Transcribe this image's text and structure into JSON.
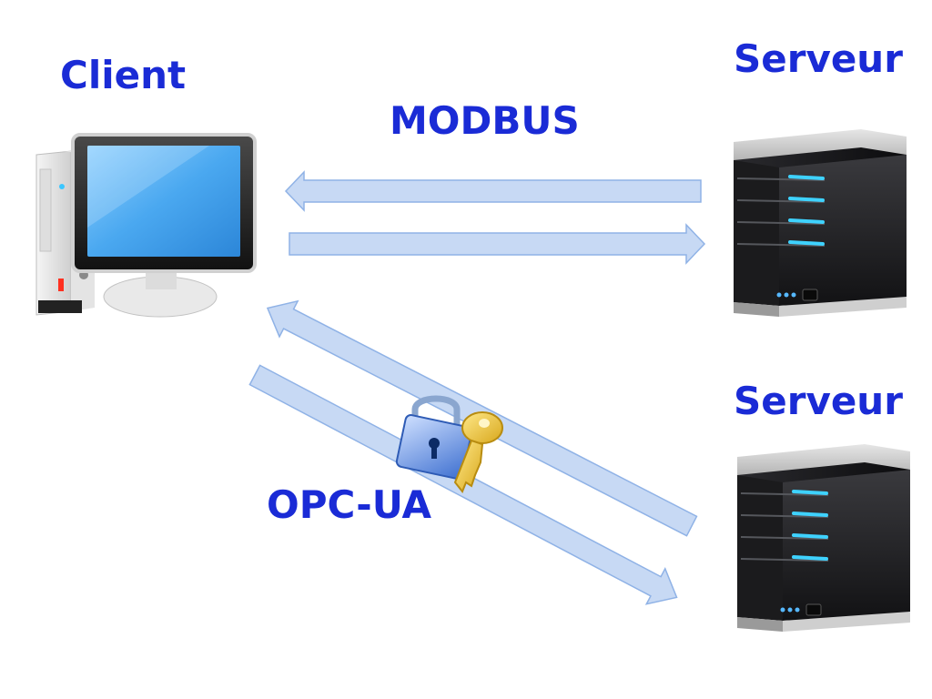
{
  "client": {
    "label": "Client",
    "icon": "desktop-computer-icon"
  },
  "servers": [
    {
      "label": "Serveur",
      "icon": "server-tower-icon"
    },
    {
      "label": "Serveur",
      "icon": "server-tower-icon"
    }
  ],
  "protocols": {
    "modbus": {
      "label": "MODBUS",
      "security": "none"
    },
    "opcua": {
      "label": "OPC-UA",
      "security": "padlock-key-icon"
    }
  },
  "colors": {
    "label": "#1a2bd6",
    "arrow_fill": "#c7d9f4",
    "arrow_stroke": "#8fb2e6"
  }
}
